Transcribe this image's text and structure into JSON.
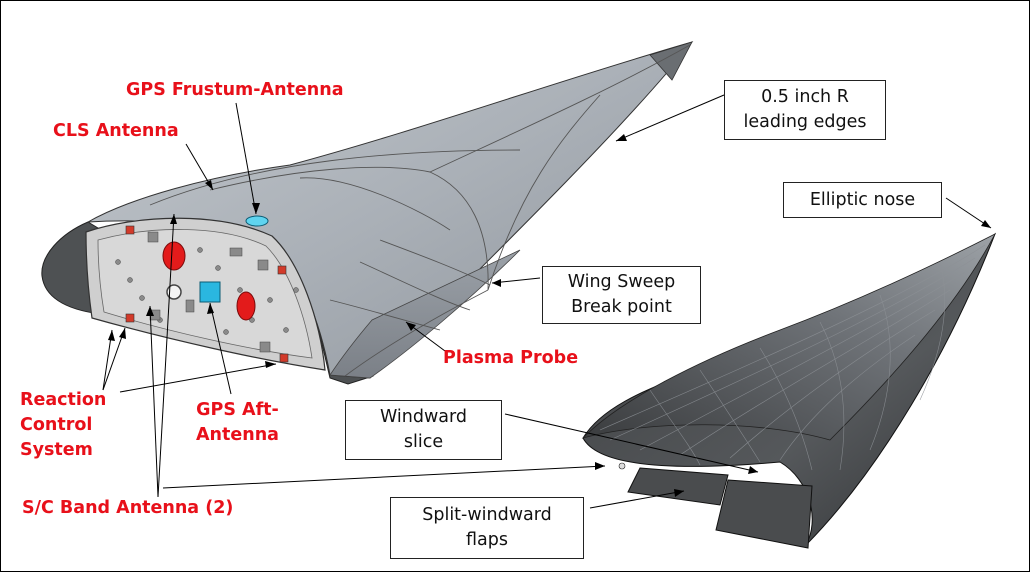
{
  "labels": {
    "gps_frustum_antenna": "GPS Frustum-Antenna",
    "cls_antenna": "CLS Antenna",
    "plasma_probe": "Plasma Probe",
    "reaction_control_system": [
      "Reaction",
      "Control",
      "System"
    ],
    "gps_aft_antenna": [
      "GPS Aft-",
      "Antenna"
    ],
    "sc_band_antenna": "S/C Band Antenna (2)"
  },
  "callouts": {
    "leading_edges": [
      "0.5 inch R",
      "leading edges"
    ],
    "elliptic_nose": "Elliptic nose",
    "wing_sweep": [
      "Wing Sweep",
      "Break point"
    ],
    "windward_slice": [
      "Windward",
      "slice"
    ],
    "split_windward_flaps": [
      "Split-windward",
      "flaps"
    ]
  },
  "colors": {
    "label_red": "#e8101a",
    "body_gray": "#a9afb6",
    "panel_gray": "#c9c9c9",
    "dark_gray": "#4a4d4f",
    "antenna_cyan": "#2ab7e0",
    "component_red": "#e31b1b"
  }
}
